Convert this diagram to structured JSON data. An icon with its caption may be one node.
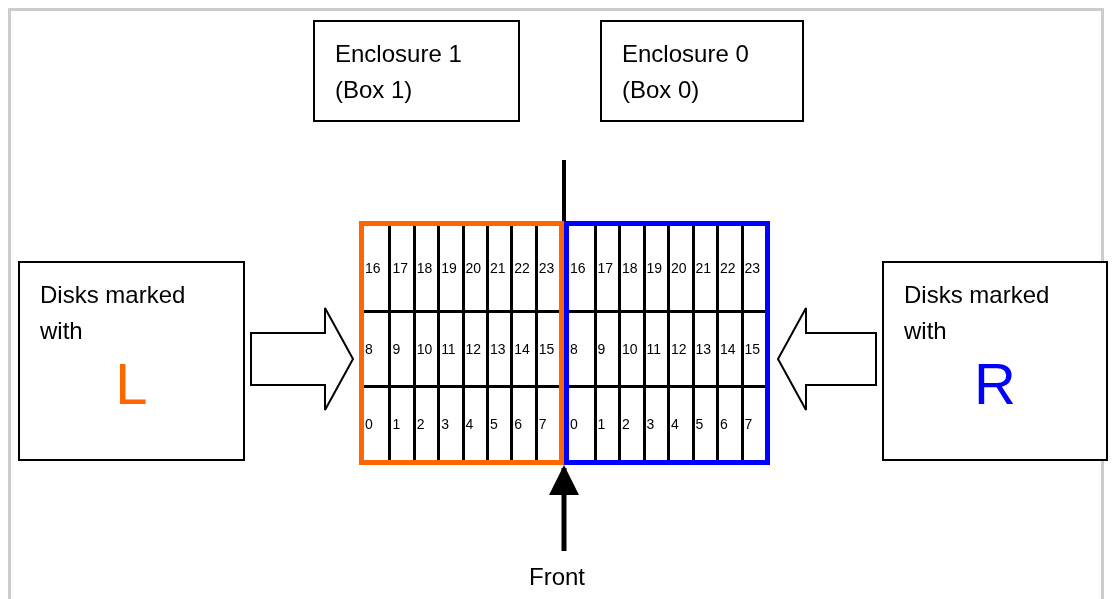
{
  "diagram": {
    "nodes": [
      {
        "text": [
          "Enclosure 1 (Box 1)"
        ]
      },
      {
        "text": [
          "Enclosure 0 (Box 0)"
        ]
      },
      {
        "text": [
          "Disks marked with",
          "L"
        ]
      },
      {
        "text": [],
        "shape": "box"
      },
      {
        "text": [
          "16"
        ],
        "in": 3
      },
      {
        "text": [
          "17"
        ],
        "in": 3
      },
      {
        "text": [
          "18"
        ],
        "in": 3
      },
      {
        "text": [
          "19"
        ],
        "in": 3
      },
      {
        "text": [
          "20"
        ],
        "in": 3
      },
      {
        "text": [
          "21"
        ],
        "in": 3
      },
      {
        "text": [
          "22"
        ],
        "in": 3
      },
      {
        "text": [
          "23"
        ],
        "in": 3
      },
      {
        "text": [
          "8"
        ],
        "in": 3
      },
      {
        "text": [
          "9"
        ],
        "in": 3
      },
      {
        "text": [
          "10"
        ],
        "in": 3
      },
      {
        "text": [
          "11"
        ],
        "in": 3
      },
      {
        "text": [
          "12"
        ],
        "in": 3
      },
      {
        "text": [
          "13"
        ],
        "in": 3
      },
      {
        "text": [
          "14"
        ],
        "in": 3
      },
      {
        "text": [
          "15"
        ],
        "in": 3
      },
      {
        "text": [
          "0"
        ],
        "in": 3
      },
      {
        "text": [
          "1"
        ],
        "in": 3
      },
      {
        "text": [
          "2"
        ],
        "in": 3
      },
      {
        "text": [
          "3"
        ],
        "in": 3
      },
      {
        "text": [
          "4"
        ],
        "in": 3
      },
      {
        "text": [
          "5"
        ],
        "in": 3
      },
      {
        "text": [
          "6"
        ],
        "in": 3
      },
      {
        "text": [
          "7"
        ],
        "in": 3
      },
      {
        "text": [],
        "shape": "box"
      },
      {
        "text": [
          "16"
        ],
        "in": 28
      },
      {
        "text": [
          "17"
        ],
        "in": 28
      },
      {
        "text": [
          "18"
        ],
        "in": 28
      },
      {
        "text": [
          "19"
        ],
        "in": 28
      },
      {
        "text": [
          "20"
        ],
        "in": 28
      },
      {
        "text": [
          "21"
        ],
        "in": 28
      },
      {
        "text": [
          "22"
        ],
        "in": 28
      },
      {
        "text": [
          "23"
        ],
        "in": 28
      },
      {
        "text": [
          "8"
        ],
        "in": 28
      },
      {
        "text": [
          "9"
        ],
        "in": 28
      },
      {
        "text": [
          "10"
        ],
        "in": 28
      },
      {
        "text": [
          "11"
        ],
        "in": 28
      },
      {
        "text": [
          "12"
        ],
        "in": 28
      },
      {
        "text": [
          "13"
        ],
        "in": 28
      },
      {
        "text": [
          "14"
        ],
        "in": 28
      },
      {
        "text": [
          "15"
        ],
        "in": 28
      },
      {
        "text": [
          "0"
        ],
        "in": 28
      },
      {
        "text": [
          "1"
        ],
        "in": 28
      },
      {
        "text": [
          "2"
        ],
        "in": 28
      },
      {
        "text": [
          "3"
        ],
        "in": 28
      },
      {
        "text": [
          "4"
        ],
        "in": 28
      },
      {
        "text": [
          "5"
        ],
        "in": 28
      },
      {
        "text": [
          "6"
        ],
        "in": 28
      },
      {
        "text": [
          "7"
        ],
        "in": 28
      },
      {
        "text": [
          "Disks marked with",
          "R"
        ]
      },
      {
        "text": [
          "Front"
        ]
      }
    ],
    "edges": [
      {
        "from": 2,
        "to": 3,
        "arrow": "to"
      },
      {
        "from": 53,
        "to": 28,
        "arrow": "to"
      },
      {
        "from": 54,
        "to": 28,
        "arrow": "to"
      }
    ]
  }
}
